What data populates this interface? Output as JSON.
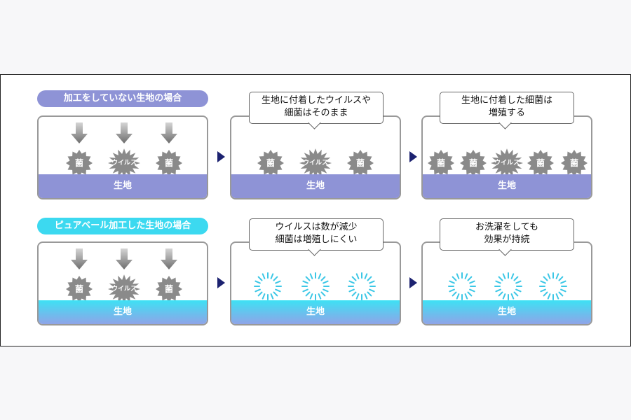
{
  "rows": [
    {
      "label": "加工をしていない生地の場合",
      "panels": [
        {
          "ground": "生地",
          "bubble": []
        },
        {
          "ground": "生地",
          "bubble": [
            "生地に付着したウイルスや",
            "細菌はそのまま"
          ]
        },
        {
          "ground": "生地",
          "bubble": [
            "生地に付着した細菌は",
            "増殖する"
          ]
        }
      ]
    },
    {
      "label": "ピュアベール加工した生地の場合",
      "panels": [
        {
          "ground": "生地",
          "bubble": []
        },
        {
          "ground": "生地",
          "bubble": [
            "ウイルスは数が減少",
            "細菌は増殖しにくい"
          ]
        },
        {
          "ground": "生地",
          "bubble": [
            "お洗濯をしても",
            "効果が持続"
          ]
        }
      ]
    }
  ],
  "germ_label": "菌",
  "virus_label": "ウイルス",
  "colors": {
    "label_untreated": "#8e93d6",
    "label_treated": "#3cd9f0",
    "ground_untreated": "#8e93d6",
    "ground_treated_top": "#3ee1f4",
    "ground_treated_bottom": "#8fa4e8",
    "germ": "#8a8a8a",
    "dashes": "#3cc7e6",
    "arrow": "#1c2270"
  }
}
